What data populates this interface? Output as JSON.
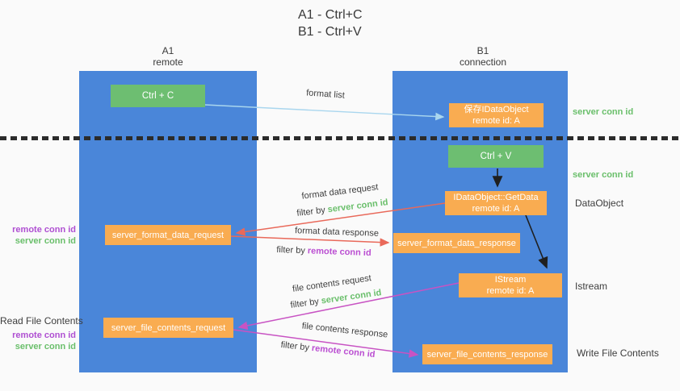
{
  "title": {
    "line1": "A1 - Ctrl+C",
    "line2": "B1 - Ctrl+V"
  },
  "lifelines": {
    "left": {
      "name": "A1",
      "role": "remote"
    },
    "right": {
      "name": "B1",
      "role": "connection"
    }
  },
  "nodes": {
    "ctrl_c": {
      "label": "Ctrl + C"
    },
    "ctrl_v": {
      "label": "Ctrl + V"
    },
    "save_dataobject": {
      "line1": "保存IDataObject",
      "line2": "remote id: A"
    },
    "getdata": {
      "line1": "IDataObject::GetData",
      "line2": "remote id: A"
    },
    "istream": {
      "line1": "IStream",
      "line2": "remote id: A"
    },
    "format_request": {
      "label": "server_format_data_request"
    },
    "format_response": {
      "label": "server_format_data_response"
    },
    "file_request": {
      "label": "server_file_contents_request"
    },
    "file_response": {
      "label": "server_file_contents_response"
    }
  },
  "arrow_labels": {
    "format_list": "format list",
    "format_data_request": {
      "title": "format data request",
      "filter_prefix": "filter by ",
      "filter_key": "server conn id"
    },
    "format_data_response": {
      "title": "format data response",
      "filter_prefix": "filter by ",
      "filter_key": "remote conn id"
    },
    "file_contents_request": {
      "title": "file contents request",
      "filter_prefix": "filter by ",
      "filter_key": "server conn id"
    },
    "file_contents_response": {
      "title": "file contents response",
      "filter_prefix": "filter by ",
      "filter_key": "remote conn id"
    }
  },
  "side_labels": {
    "right_server_conn_id_top": "server conn id",
    "right_server_conn_id_mid": "server conn id",
    "dataobject": "DataObject",
    "istream": "Istream",
    "write_file_contents": "Write File Contents",
    "left_remote_conn_id_top": "remote conn id",
    "left_server_conn_id_top": "server conn id",
    "read_file_contents": "Read File Contents",
    "left_remote_conn_id_bottom": "remote conn id",
    "left_server_conn_id_bottom": "server conn id"
  },
  "colors": {
    "background": "#fafafa",
    "lifeline_blue": "#4a86d9",
    "green_box": "#6dbe71",
    "orange_box": "#f9ac51",
    "red_arrow": "#e9695a",
    "magenta_arrow": "#c853c3",
    "light_blue_arrow": "#a9d6ee",
    "black_arrow": "#1f1f1f",
    "green_text": "#6abf6b",
    "purple_text": "#af4fd2"
  }
}
